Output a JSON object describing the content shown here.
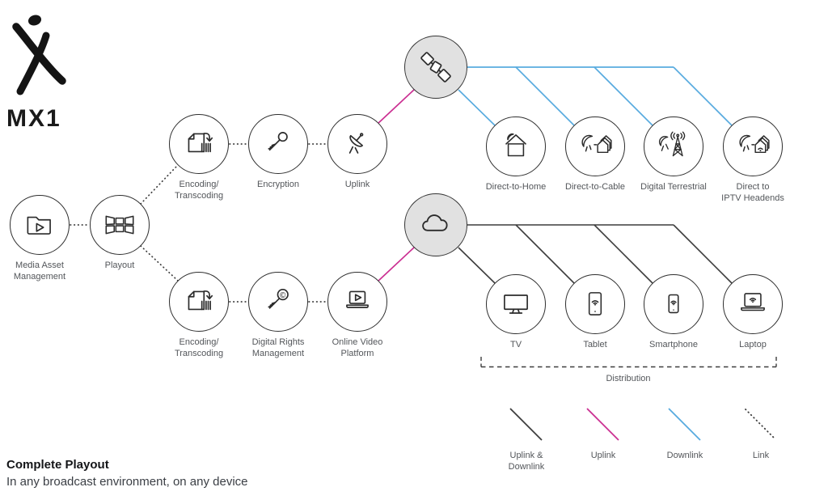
{
  "logo": {
    "brand": "MX1"
  },
  "nodes": {
    "mam": {
      "label": "Media Asset\nManagement"
    },
    "playout": {
      "label": "Playout"
    },
    "encoding_top": {
      "label": "Encoding/\nTranscoding"
    },
    "encryption": {
      "label": "Encryption"
    },
    "uplink": {
      "label": "Uplink"
    },
    "dth": {
      "label": "Direct-to-Home"
    },
    "dtc": {
      "label": "Direct-to-Cable"
    },
    "terrestrial": {
      "label": "Digital Terrestrial"
    },
    "iptv": {
      "label": "Direct to\nIPTV Headends"
    },
    "encoding_bottom": {
      "label": "Encoding/\nTranscoding"
    },
    "drm": {
      "label": "Digital Rights\nManagement"
    },
    "ovp": {
      "label": "Online Video\nPlatform"
    },
    "tv": {
      "label": "TV"
    },
    "tablet": {
      "label": "Tablet"
    },
    "smartphone": {
      "label": "Smartphone"
    },
    "laptop": {
      "label": "Laptop"
    }
  },
  "distribution": {
    "label": "Distribution"
  },
  "legend": {
    "items": [
      {
        "label": "Uplink &\nDownlink",
        "color": "#3d3d3d",
        "style": "solid"
      },
      {
        "label": "Uplink",
        "color": "#cb2f92",
        "style": "solid"
      },
      {
        "label": "Downlink",
        "color": "#58abdf",
        "style": "solid"
      },
      {
        "label": "Link",
        "color": "#3d3d3d",
        "style": "dotted"
      }
    ]
  },
  "footer": {
    "title": "Complete Playout",
    "subtitle": "In any broadcast environment, on any device"
  },
  "colors": {
    "uplink_downlink": "#3d3d3d",
    "uplink": "#cb2f92",
    "downlink": "#58abdf",
    "link_dotted": "#3d3d3d",
    "hub_fill": "#e1e1e1"
  }
}
